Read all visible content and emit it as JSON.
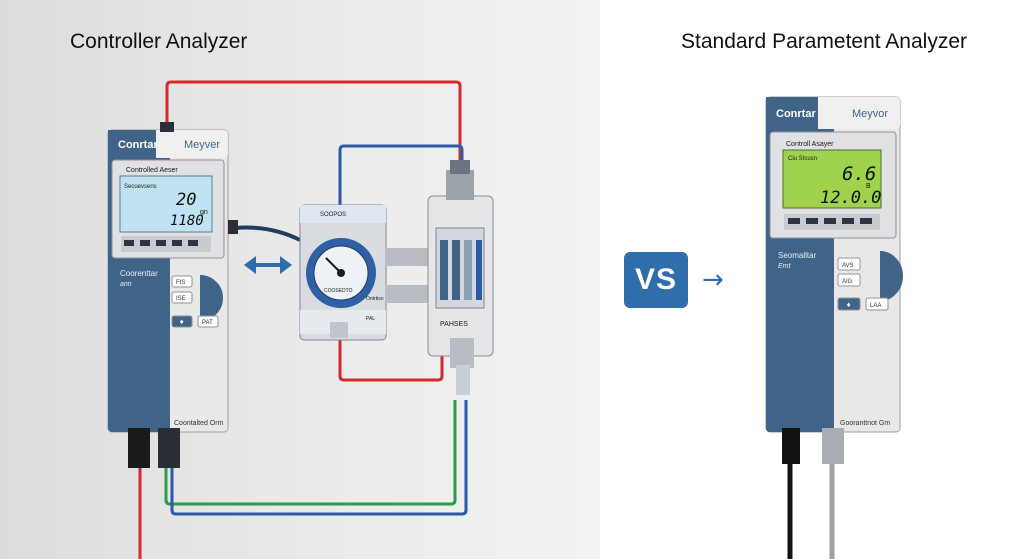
{
  "titles": {
    "left": "Controller Analyzer",
    "right": "Standard Parametent Analyzer"
  },
  "left_device": {
    "brand": "Conrtar",
    "model": "Meyver",
    "screen_title": "Controlled Aeser",
    "screen_sub": "Secuevsens",
    "reading_top": "20",
    "reading_bottom": "1180",
    "unit": "gn",
    "body_label": "Coorenttar",
    "body_sub": "ann",
    "footer": "Coontalted Orm",
    "buttons": [
      "FIS",
      "ISE",
      "♦",
      "PAT"
    ]
  },
  "center_meter": {
    "top_label": "SOOPOS",
    "scale_text": "COOSEDTO",
    "side_text": "Ontrtiso",
    "bottom_text": "PAL"
  },
  "terminal_block": {
    "label": "PAHSES"
  },
  "vs_label": "VS",
  "arrow": "→",
  "right_device": {
    "brand": "Conrtar",
    "model": "Meyvor",
    "screen_title": "Controll Asayer",
    "screen_sub": "Ciu SIcusn",
    "reading_top": "6.6",
    "reading_bottom": "12.0.0",
    "unit": "B",
    "body_label": "Seomalltar",
    "body_sub": "Emt",
    "footer": "Gooranttnot Gm",
    "buttons": [
      "AVS",
      "AIG",
      "♦",
      "LAA"
    ]
  },
  "colors": {
    "device_blue": "#3f6488",
    "device_gray": "#e8e8e6",
    "screen_blue": "#bfe3f2",
    "screen_green": "#9fd24d",
    "wire_red": "#d42a2a",
    "wire_blue": "#2a5aa8",
    "wire_green": "#2e9a4a",
    "accent": "#2f6ea8"
  }
}
